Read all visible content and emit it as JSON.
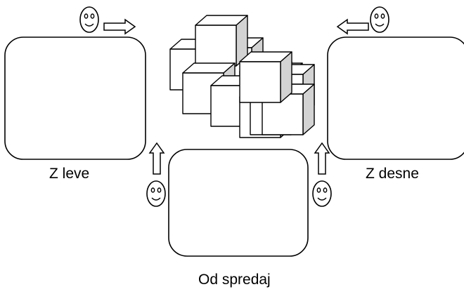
{
  "labels": {
    "left": "Z leve",
    "right": "Z desne",
    "front": "Od spredaj"
  },
  "colors": {
    "stroke": "#000000",
    "cube_front": "#ffffff",
    "cube_side": "#d3d3d3",
    "face_fill": "#ffffff"
  },
  "icons": [
    "smiley-face-icon",
    "arrow-right-icon",
    "arrow-left-icon",
    "arrow-up-icon"
  ]
}
